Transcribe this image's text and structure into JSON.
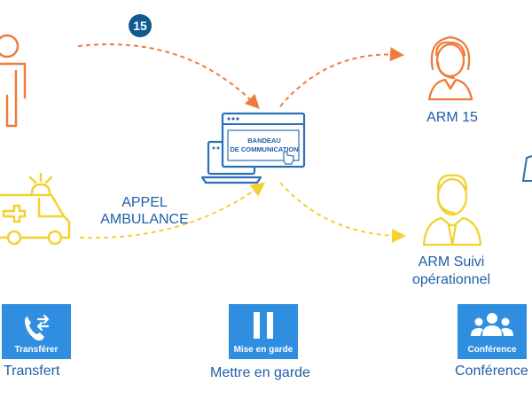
{
  "badge": {
    "number": "15",
    "color": "#0f5b8f"
  },
  "window": {
    "line1": "BANDEAU",
    "line2": "DE COMMUNICATION"
  },
  "labels": {
    "appel_line1": "APPEL",
    "appel_line2": "AMBULANCE",
    "arm15": "ARM 15",
    "arm_suivi_line1": "ARM Suivi",
    "arm_suivi_line2": "opérationnel"
  },
  "actions": [
    {
      "tile_label": "Transférer",
      "caption": "Transfert",
      "icon": "phone-transfer-icon"
    },
    {
      "tile_label": "Mise en garde",
      "caption": "Mettre en garde",
      "icon": "pause-icon"
    },
    {
      "tile_label": "Conférence",
      "caption": "Conférence",
      "icon": "group-icon"
    }
  ],
  "colors": {
    "orange": "#ee7d3b",
    "yellow": "#f2d230",
    "blue": "#2c6fb5",
    "tile": "#2f8ee0",
    "text": "#1f5fa6"
  }
}
